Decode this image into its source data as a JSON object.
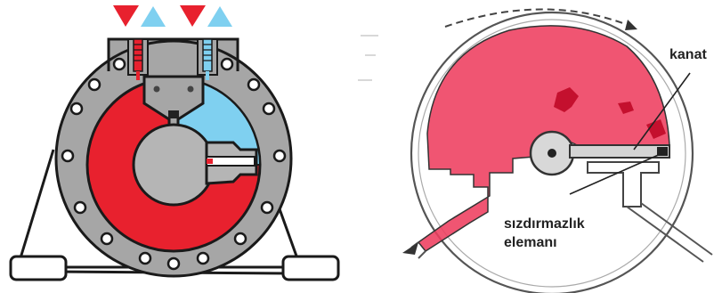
{
  "labels": {
    "vane": "kanat",
    "seal_line1": "sızdırmazlık",
    "seal_line2": "elemanı"
  },
  "colors": {
    "pressure_red": "#e8212e",
    "flow_blue": "#7fd0f0",
    "housing_gray": "#a6a6a6",
    "rotor_gray": "#b5b5b5",
    "outline": "#1a1a1a",
    "chamber_pink": "#ee3d5e",
    "sketch_line": "#555555"
  },
  "icons": {
    "inlet_marker": "red-down-triangle-icon",
    "outlet_marker": "blue-up-triangle-icon"
  }
}
